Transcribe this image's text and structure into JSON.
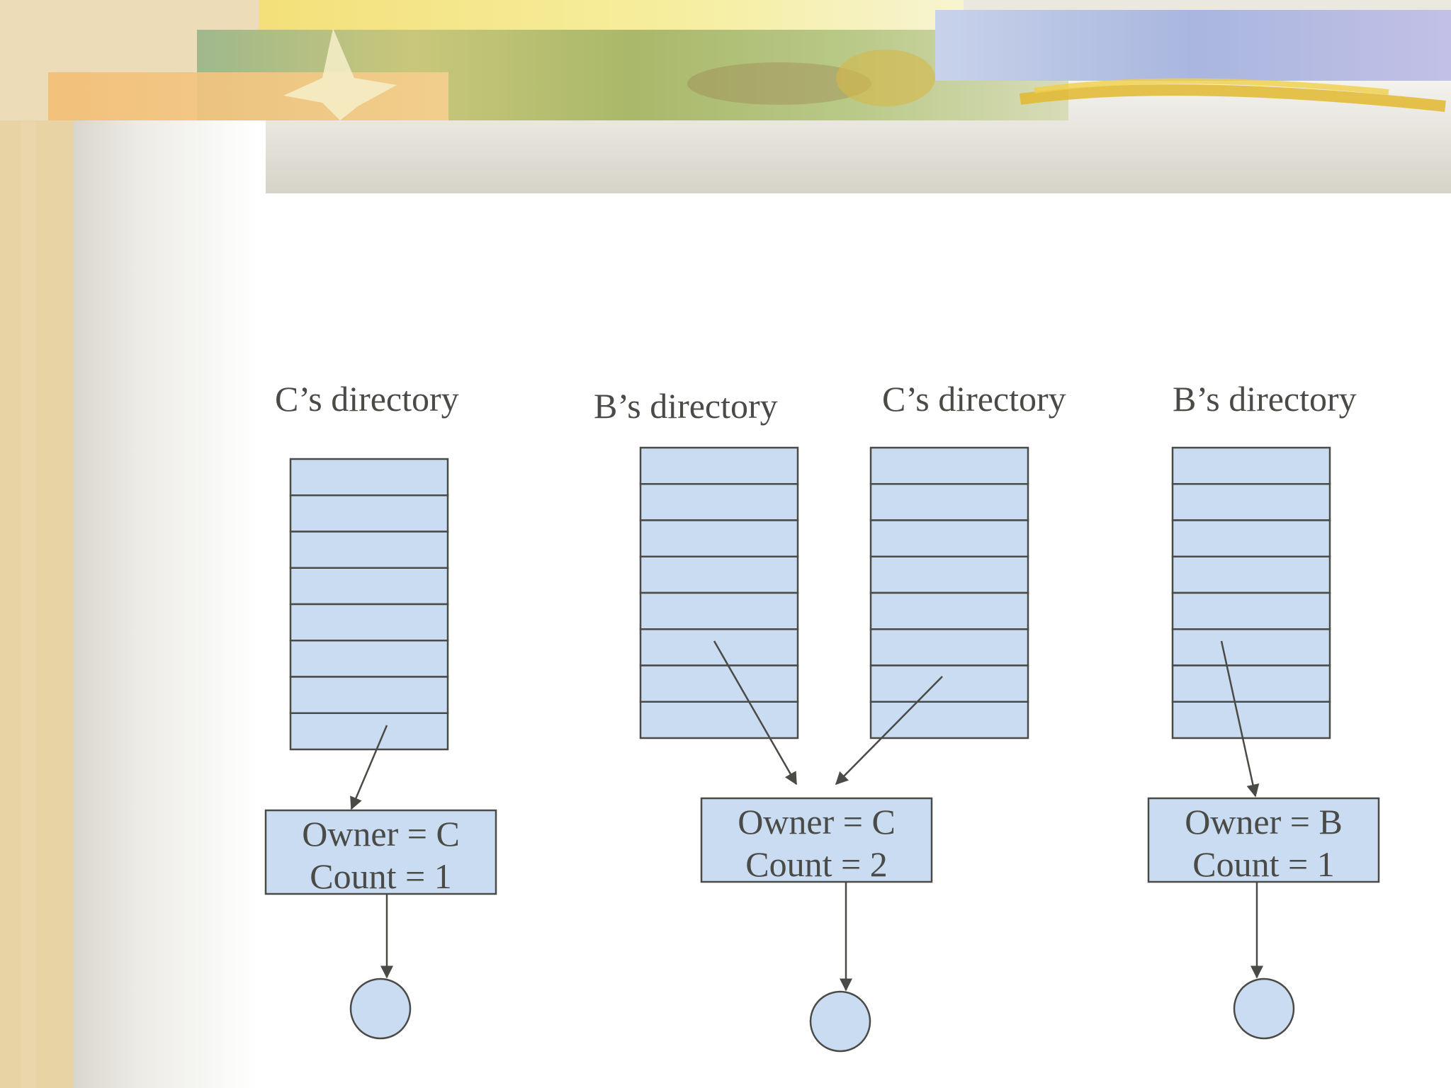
{
  "slide": {
    "panels": [
      {
        "directories": [
          {
            "title": "C’s directory",
            "entries": 8
          }
        ],
        "node": {
          "owner_text": "Owner = C",
          "count_text": "Count = 1"
        }
      },
      {
        "directories": [
          {
            "title": "B’s directory",
            "entries": 8
          },
          {
            "title": "C’s directory",
            "entries": 8
          }
        ],
        "node": {
          "owner_text": "Owner = C",
          "count_text": "Count = 2"
        }
      },
      {
        "directories": [
          {
            "title": "B’s directory",
            "entries": 8
          }
        ],
        "node": {
          "owner_text": "Owner = B",
          "count_text": "Count = 1"
        }
      }
    ]
  },
  "colors": {
    "cell_fill": "#c9dcf1",
    "stroke": "#4a4a46",
    "text": "#4a4a46",
    "left_border": "#e8d3a5"
  }
}
